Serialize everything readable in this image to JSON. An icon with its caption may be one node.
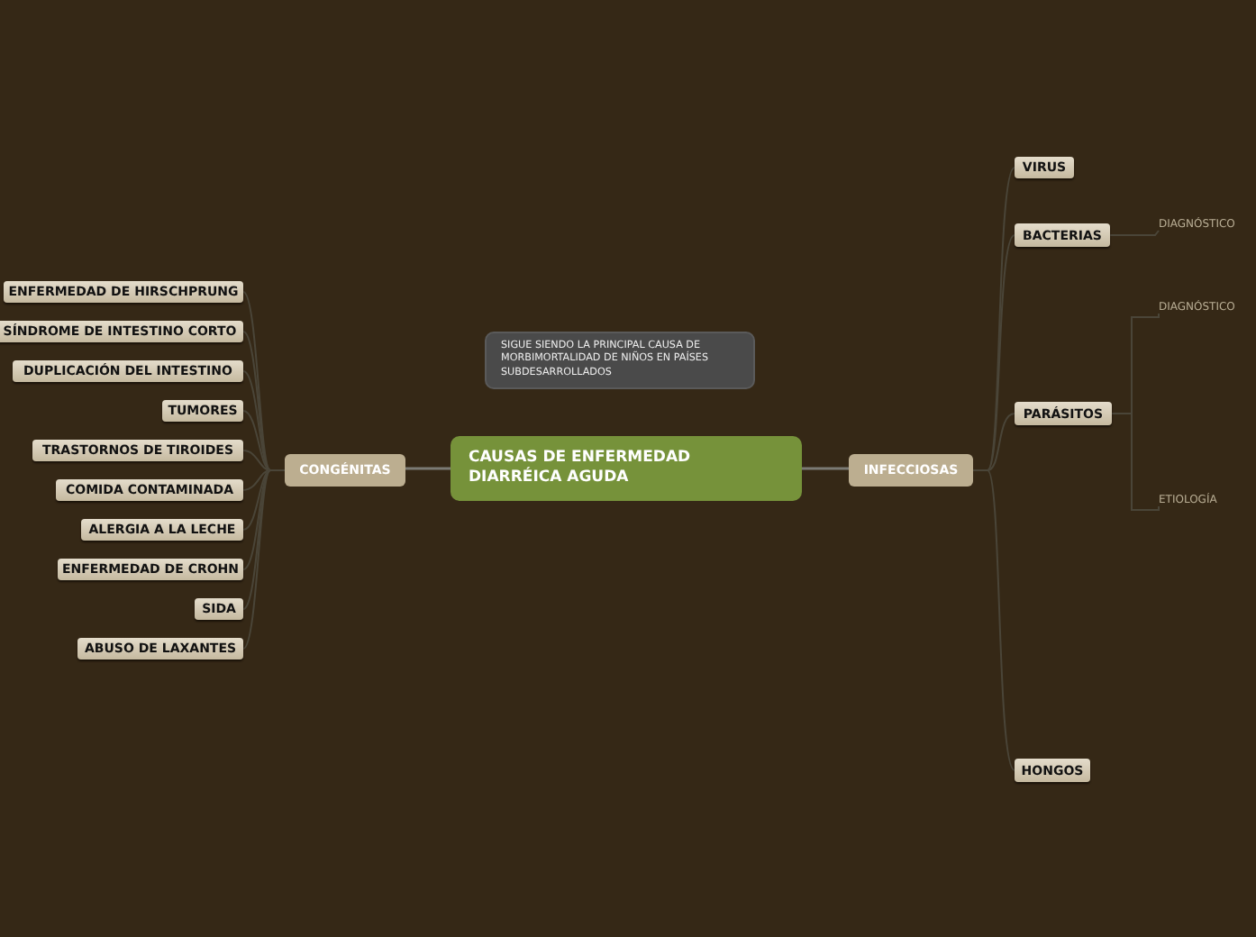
{
  "diagram": {
    "nodes": [
      {
        "text": [
          "CAUSAS DE ENFERMEDAD DIARRÉICA AGUDA"
        ]
      },
      {
        "text": [
          "SIGUE SIENDO LA PRINCIPAL CAUSA DE MORBIMORTALIDAD DE NIÑOS EN PAÍSES SUBDESARROLLADOS"
        ]
      },
      {
        "text": [
          "CONGÉNITAS"
        ]
      },
      {
        "text": [
          "INFECCIOSAS"
        ]
      },
      {
        "text": [
          "ENFERMEDAD DE HIRSCHPRUNG"
        ]
      },
      {
        "text": [
          "SÍNDROME DE INTESTINO CORTO"
        ]
      },
      {
        "text": [
          "DUPLICACIÓN DEL INTESTINO"
        ]
      },
      {
        "text": [
          "TUMORES"
        ]
      },
      {
        "text": [
          "TRASTORNOS DE TIROIDES"
        ]
      },
      {
        "text": [
          "COMIDA CONTAMINADA"
        ]
      },
      {
        "text": [
          "ALERGIA A LA LECHE"
        ]
      },
      {
        "text": [
          "ENFERMEDAD DE CROHN"
        ]
      },
      {
        "text": [
          "SIDA"
        ]
      },
      {
        "text": [
          "ABUSO DE LAXANTES"
        ]
      },
      {
        "text": [
          "VIRUS"
        ]
      },
      {
        "text": [
          "BACTERIAS"
        ]
      },
      {
        "text": [
          "PARÁSITOS"
        ]
      },
      {
        "text": [
          "HONGOS"
        ]
      },
      {
        "text": [
          "DIAGNÓSTICO"
        ]
      },
      {
        "text": [
          "DIAGNÓSTICO"
        ]
      },
      {
        "text": [
          "ETIOLOGÍA"
        ]
      }
    ],
    "edges": [
      {
        "from": 0,
        "to": 2,
        "arrow": "none"
      },
      {
        "from": 0,
        "to": 3,
        "arrow": "none"
      },
      {
        "from": 2,
        "to": 4,
        "arrow": "none"
      },
      {
        "from": 2,
        "to": 5,
        "arrow": "none"
      },
      {
        "from": 2,
        "to": 6,
        "arrow": "none"
      },
      {
        "from": 2,
        "to": 7,
        "arrow": "none"
      },
      {
        "from": 2,
        "to": 8,
        "arrow": "none"
      },
      {
        "from": 2,
        "to": 9,
        "arrow": "none"
      },
      {
        "from": 2,
        "to": 10,
        "arrow": "none"
      },
      {
        "from": 2,
        "to": 11,
        "arrow": "none"
      },
      {
        "from": 2,
        "to": 12,
        "arrow": "none"
      },
      {
        "from": 2,
        "to": 13,
        "arrow": "none"
      },
      {
        "from": 3,
        "to": 14,
        "arrow": "none"
      },
      {
        "from": 3,
        "to": 15,
        "arrow": "none"
      },
      {
        "from": 3,
        "to": 16,
        "arrow": "none"
      },
      {
        "from": 3,
        "to": 17,
        "arrow": "none"
      },
      {
        "from": 15,
        "to": 18,
        "arrow": "none"
      },
      {
        "from": 16,
        "to": 19,
        "arrow": "none"
      },
      {
        "from": 16,
        "to": 20,
        "arrow": "none"
      }
    ]
  }
}
